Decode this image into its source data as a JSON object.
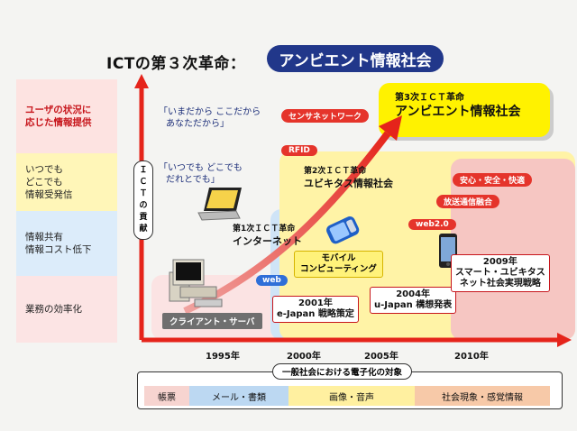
{
  "title": {
    "main": "ICTの第３次革命：",
    "pill": "アンビエント情報社会"
  },
  "left_column": [
    {
      "lines": [
        "ユーザの状況に",
        "応じた情報提供"
      ]
    },
    {
      "lines": [
        "いつでも",
        "どこでも",
        "情報受発信"
      ]
    },
    {
      "lines": [
        "情報共有",
        "情報コスト低下"
      ]
    },
    {
      "lines": [
        "業務の効率化"
      ]
    }
  ],
  "y_axis_label": [
    "Ｉ",
    "Ｃ",
    "Ｔ",
    "の",
    "貢",
    "献"
  ],
  "quotes": {
    "q1": [
      "「いまだから ここだから",
      "あなただから」"
    ],
    "q2": [
      "「いつでも どこでも",
      "だれとでも」"
    ]
  },
  "revolutions": {
    "first": [
      "第1次ＩＣＴ革命",
      "インターネット"
    ],
    "second": [
      "第2次ＩＣＴ革命",
      "ユビキタス情報社会"
    ],
    "third": [
      "第3次ＩＣＴ革命",
      "アンビエント情報社会"
    ]
  },
  "pills": {
    "sensor": "センサネットワーク",
    "rfid": "RFID",
    "anshin": "安心・安全・快適",
    "broadcast": "放送通信融合",
    "web2": "web2.0",
    "web": "web"
  },
  "boxes": {
    "mobile": [
      "モバイル",
      "コンピューティング"
    ],
    "client_server": "クライアント・サーバ"
  },
  "milestones": {
    "m2001": [
      "2001年",
      "e-Japan 戦略策定"
    ],
    "m2004": [
      "2004年",
      "u-Japan 構想発表"
    ],
    "m2009": [
      "2009年",
      "スマート・ユビキタス",
      "ネット社会実現戦略"
    ]
  },
  "x_ticks": [
    "1995年",
    "2000年",
    "2005年",
    "2010年"
  ],
  "bottom": {
    "header": "一般社会における電子化の対象",
    "categories": [
      "帳票",
      "メール・書類",
      "画像・音声",
      "社会現象・感覚情報"
    ]
  }
}
